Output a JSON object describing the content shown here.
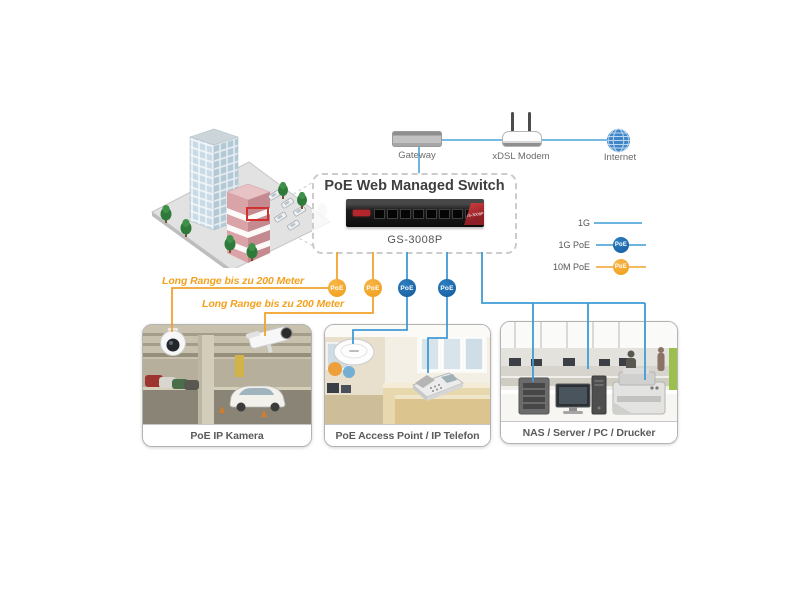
{
  "topology": {
    "gateway_label": "Gateway",
    "modem_label": "xDSL Modem",
    "internet_label": "Internet"
  },
  "switch_box": {
    "title": "PoE Web Managed Switch",
    "model_label": "GS-3008P",
    "device_model_text": "GS-3008P"
  },
  "legend": {
    "rows": [
      {
        "label": "1G",
        "line_color": "#3f9bd7"
      },
      {
        "label": "1G PoE",
        "line_color": "#3f9bd7",
        "badge": "PoE",
        "badge_color": "#135a9c"
      },
      {
        "label": "10M PoE",
        "line_color": "#f1a32b",
        "badge": "PoE",
        "badge_color": "#ef9c14"
      }
    ]
  },
  "badge_text": "PoE",
  "annotations": {
    "long_range_top": "Long Range bis zu 200 Meter",
    "long_range_bottom": "Long Range bis zu 200 Meter"
  },
  "panels": [
    {
      "caption": "PoE IP Kamera"
    },
    {
      "caption": "PoE Access Point / IP Telefon"
    },
    {
      "caption": "NAS / Server / PC / Drucker"
    }
  ],
  "colors": {
    "line_blue": "#3f9bd7",
    "line_orange": "#f1a32b",
    "badge_blue": "#135a9c",
    "badge_orange": "#ef9c14",
    "highlight_red": "#d42f2f"
  }
}
